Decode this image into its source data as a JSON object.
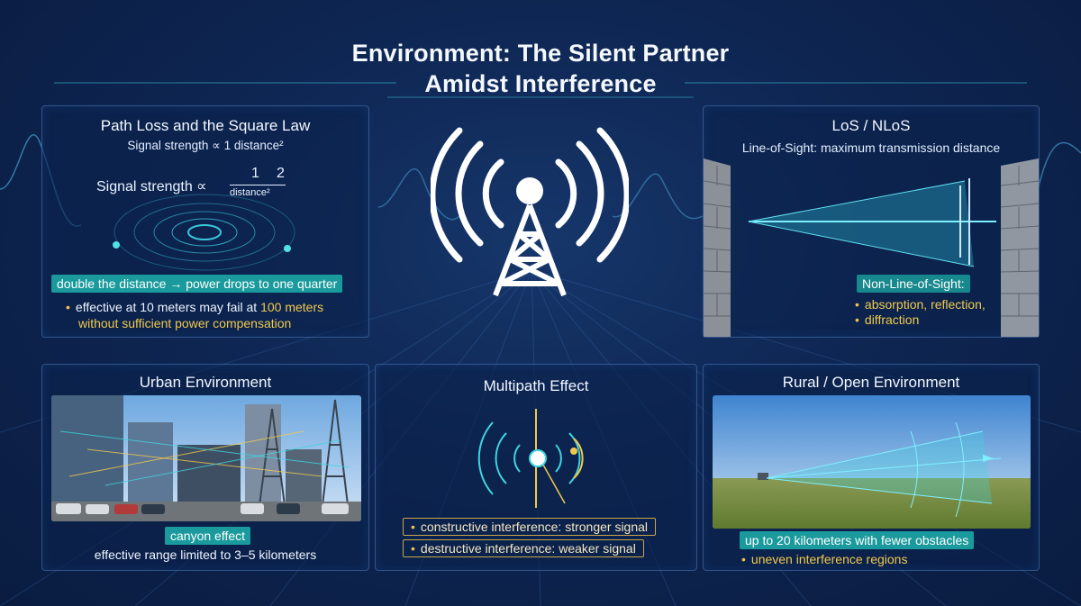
{
  "title": {
    "line1": "Environment: The Silent Partner",
    "line2": "Amidst Interference"
  },
  "path_loss": {
    "title": "Path Loss and the Square Law",
    "subtitle": "Signal strength ∝ 1 distance²",
    "formula_label": "Signal strength ∝",
    "formula_num": "1",
    "formula_exp": "2",
    "formula_den": "distance²",
    "highlight": "double the distance → power drops to one quarter",
    "note_line1_a": "effective at 10 meters may fail at",
    "note_line1_b": "100 meters",
    "note_line2": "without sufficient power compensation"
  },
  "los": {
    "title": "LoS / NLoS",
    "subtitle": "Line-of-Sight: maximum transmission distance",
    "nlos_label": "Non-Line-of-Sight:",
    "items": [
      "absorption, reflection,",
      "diffraction"
    ]
  },
  "urban": {
    "title": "Urban Environment",
    "highlight": "canyon effect",
    "note": "effective range limited to 3–5 kilometers"
  },
  "multipath": {
    "title": "Multipath Effect",
    "items": [
      "constructive interference: stronger signal",
      "destructive interference: weaker signal"
    ]
  },
  "rural": {
    "title": "Rural / Open Environment",
    "highlight": "up to 20 kilometers with fewer obstacles",
    "note": "uneven interference regions"
  },
  "icons": [
    "antenna-tower-icon",
    "bullet-dot-icon",
    "concentric-rings-icon",
    "brick-wall-icon"
  ],
  "colors": {
    "accent_teal": "#1a9a9c",
    "accent_gold": "#f0c94c",
    "background": "#0e2653"
  }
}
